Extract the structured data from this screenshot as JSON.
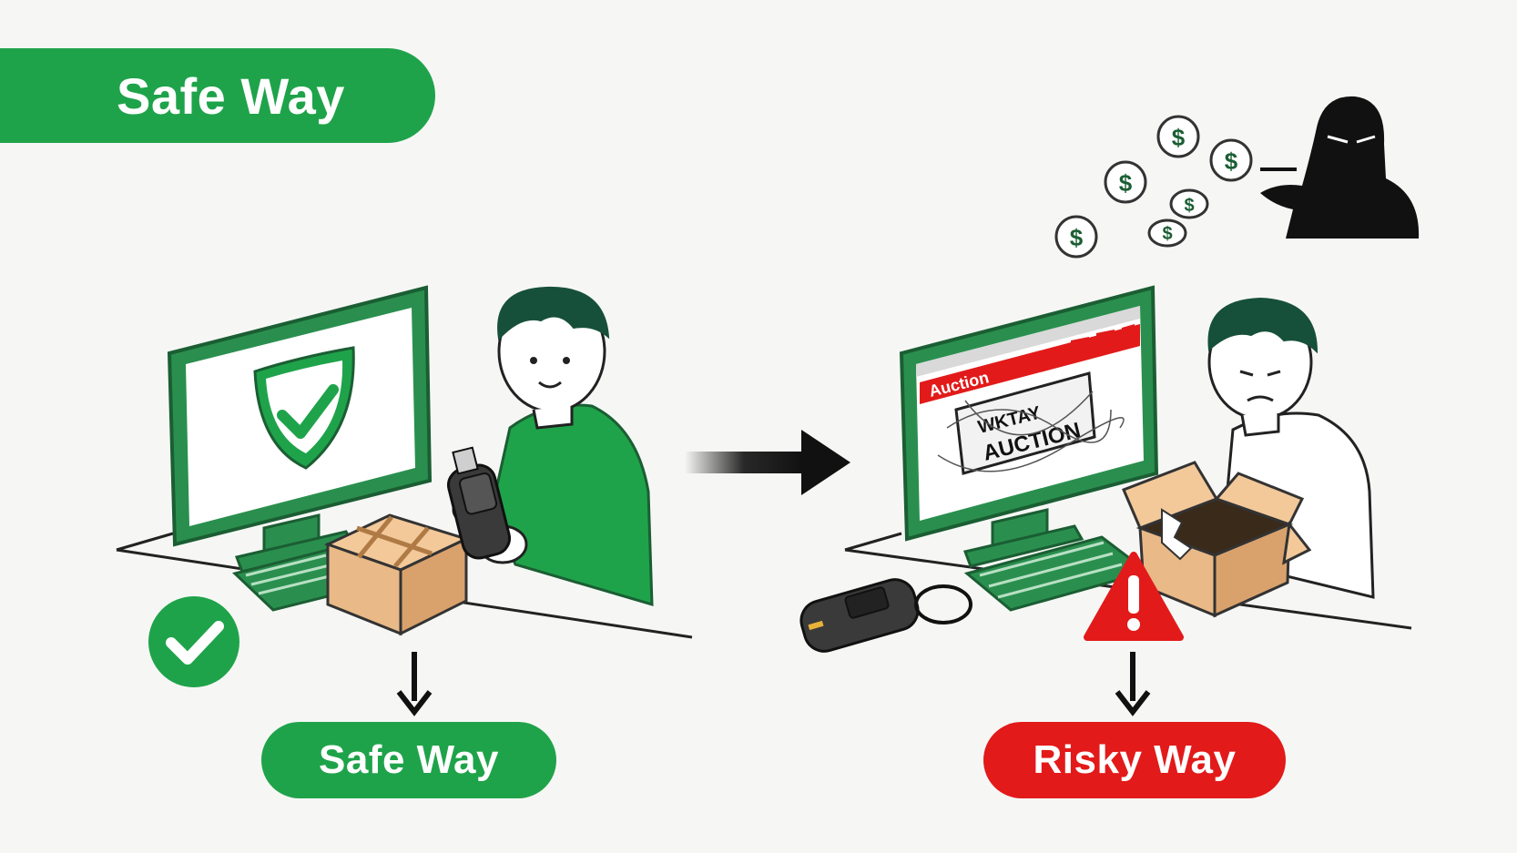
{
  "header": {
    "label": "Safe Way"
  },
  "safe_scene": {
    "result_label": "Safe Way"
  },
  "risky_scene": {
    "screen_header_text": "Auction",
    "screen_box_line1": "WKTAY",
    "screen_box_line2": "AUCTION",
    "result_label": "Risky Way"
  },
  "coins": {
    "symbol": "$"
  },
  "colors": {
    "safe_green": "#1fa34a",
    "risk_red": "#e21a1a",
    "monitor_green": "#2a8f4e",
    "box_tan": "#e9b987"
  },
  "icons": [
    "shield-check-icon",
    "check-circle-icon",
    "warning-triangle-icon",
    "dollar-coin-icon",
    "arrow-right-icon",
    "arrow-down-icon",
    "hooded-thief-icon",
    "usb-drive-icon"
  ]
}
